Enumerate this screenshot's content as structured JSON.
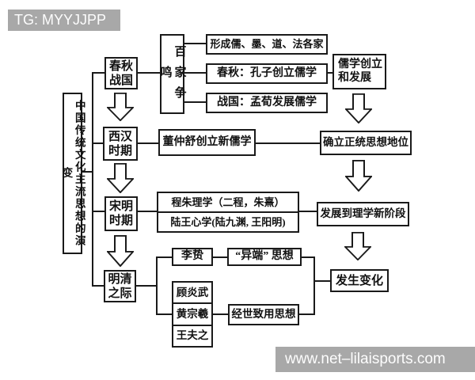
{
  "badges": {
    "top_left": "TG: MYYJJPP",
    "bottom_right": "www.net–lilaisports.com"
  },
  "colors": {
    "badge_bg": "#a8a8a8",
    "badge_text": "#fdfdfd",
    "line": "#1a1a1a",
    "background": "#ffffff"
  },
  "diagram": {
    "title": "中国传统文化主流思想的演变",
    "nodes": {
      "period_chunqiu_zhanguo": "春秋战国",
      "period_xihan": "西汉时期",
      "period_songming": "宋明时期",
      "period_mingqing": "明清之际",
      "baijia_zhengming": "百家争鸣",
      "schools_formed": "形成儒、墨、道、法各家",
      "kongzi": "春秋：孔子创立儒学",
      "mengxun": "战国：孟荀发展儒学",
      "ruxue_line1": "儒学创立",
      "ruxue_line2": "和发展",
      "dong_zhongshu": "董仲舒创立新儒学",
      "orthodox_status": "确立正统思想地位",
      "chengzhu_lixue": "程朱理学（二程，朱熹）",
      "luwang_xinxue": "陆王心学(陆九渊, 王阳明)",
      "lixue_new_stage": "发展到理学新阶段",
      "li_zhi": "李贽",
      "heresy_thought": "“异端” 思想",
      "gu_yanwu": "顾炎武",
      "huang_zongxi": "黄宗羲",
      "wang_fuzhi": "王夫之",
      "jingshi_zhiyong": "经世致用思想",
      "change_happens": "发生变化"
    }
  }
}
